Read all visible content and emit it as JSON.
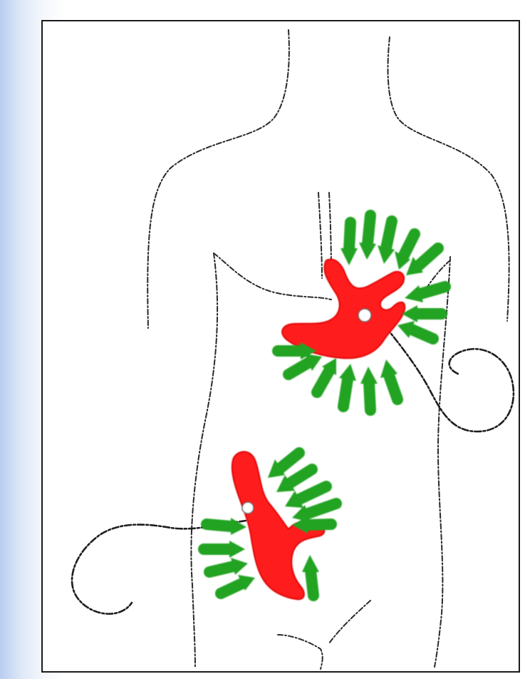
{
  "diagram": {
    "description_colors": {
      "organ": "#ff1a1a",
      "arrows": "#23a323",
      "outline": "#2a2a2a",
      "page_background": "#c8d8f4"
    },
    "elements": [
      "body-outline",
      "stomach",
      "stomach-arrows",
      "stomach-drain-tube",
      "cecum",
      "cecum-arrows",
      "cecum-drain-tube"
    ]
  }
}
